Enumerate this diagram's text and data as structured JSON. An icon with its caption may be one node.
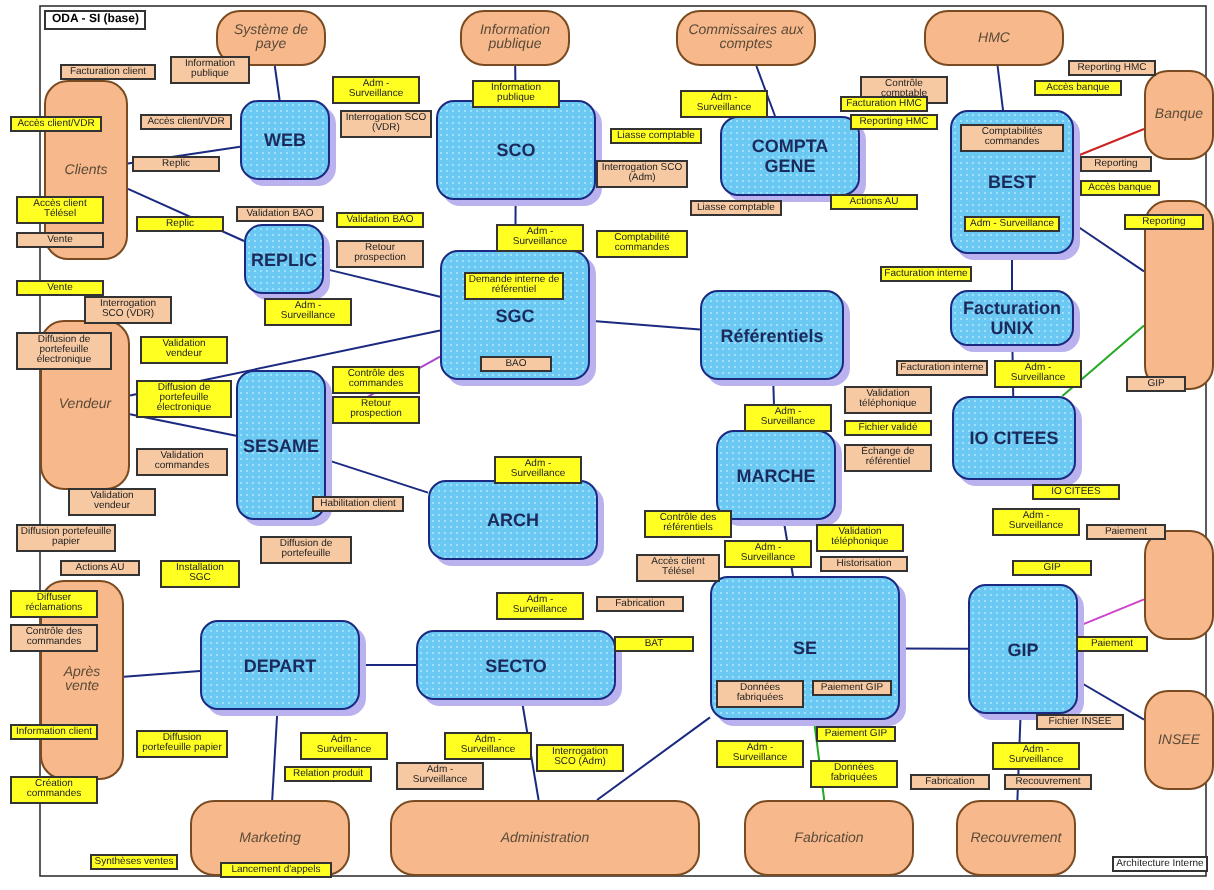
{
  "diagram": {
    "title": "ODA - SI (base)",
    "nodes": [
      {
        "text": [
          "Système de paye"
        ]
      },
      {
        "text": [
          "Information publique"
        ]
      },
      {
        "text": [
          "Commissaires aux comptes"
        ]
      },
      {
        "text": [
          "HMC"
        ]
      },
      {
        "text": [
          "Banque"
        ]
      },
      {
        "text": [
          "Clients"
        ]
      },
      {
        "text": [
          "WEB"
        ]
      },
      {
        "text": [
          "SCO"
        ]
      },
      {
        "text": [
          "COMPTA GENE"
        ]
      },
      {
        "text": [
          "BEST"
        ]
      },
      {
        "text": [
          "REPLIC"
        ]
      },
      {
        "text": [
          "SGC"
        ]
      },
      {
        "text": [],
        "shape": "box"
      },
      {
        "text": [
          "Référentiels"
        ]
      },
      {
        "text": [
          "Facturation UNIX"
        ]
      },
      {
        "text": [
          "Vendeur"
        ]
      },
      {
        "text": [
          "SESAME"
        ]
      },
      {
        "text": [
          "IO CITEES"
        ]
      },
      {
        "text": [
          "MARCHE"
        ]
      },
      {
        "text": [
          "ARCH"
        ]
      },
      {
        "text": [],
        "shape": "box"
      },
      {
        "text": [
          "Après vente"
        ]
      },
      {
        "text": [
          "DEPART"
        ]
      },
      {
        "text": [
          "SECTO"
        ]
      },
      {
        "text": [
          "SE"
        ]
      },
      {
        "text": [
          "GIP"
        ]
      },
      {
        "text": [
          "INSEE"
        ]
      },
      {
        "text": [
          "Marketing"
        ]
      },
      {
        "text": [
          "Administration"
        ]
      },
      {
        "text": [
          "Fabrication"
        ]
      },
      {
        "text": [
          "Recouvrement"
        ]
      }
    ],
    "edges": [
      {
        "from": 5,
        "to": 6,
        "arrow": "none"
      },
      {
        "from": 5,
        "to": 10,
        "arrow": "none"
      },
      {
        "from": 0,
        "to": 6,
        "arrow": "none"
      },
      {
        "from": 1,
        "to": 7,
        "arrow": "none"
      },
      {
        "from": 2,
        "to": 8,
        "arrow": "none"
      },
      {
        "from": 3,
        "to": 9,
        "arrow": "none"
      },
      {
        "from": 4,
        "to": 9,
        "arrow": "none",
        "color": "#cc2222"
      },
      {
        "from": 12,
        "to": 9,
        "arrow": "none"
      },
      {
        "from": 12,
        "to": 17,
        "arrow": "none",
        "color": "#22aa22"
      },
      {
        "from": 15,
        "to": 16,
        "arrow": "none"
      },
      {
        "from": 15,
        "to": 11,
        "arrow": "none"
      },
      {
        "from": 21,
        "to": 22,
        "arrow": "none"
      },
      {
        "from": 20,
        "to": 25,
        "arrow": "none",
        "color": "#cc44cc"
      },
      {
        "from": 26,
        "to": 25,
        "arrow": "none"
      },
      {
        "from": 27,
        "to": 22,
        "arrow": "none"
      },
      {
        "from": 28,
        "to": 23,
        "arrow": "none"
      },
      {
        "from": 28,
        "to": 24,
        "arrow": "none"
      },
      {
        "from": 29,
        "to": 24,
        "arrow": "none",
        "color": "#22aa22"
      },
      {
        "from": 30,
        "to": 25,
        "arrow": "none"
      },
      {
        "from": 7,
        "to": 11,
        "arrow": "none"
      },
      {
        "from": 11,
        "to": 13,
        "arrow": "none"
      },
      {
        "from": 13,
        "to": 18,
        "arrow": "none"
      },
      {
        "from": 14,
        "to": 17,
        "arrow": "none"
      },
      {
        "from": 18,
        "to": 24,
        "arrow": "none"
      },
      {
        "from": 9,
        "to": 14,
        "arrow": "none"
      },
      {
        "from": 10,
        "to": 11,
        "arrow": "none"
      },
      {
        "from": 16,
        "to": 11,
        "arrow": "none",
        "color": "#aa44cc"
      },
      {
        "from": 19,
        "to": 16,
        "arrow": "none"
      },
      {
        "from": 24,
        "to": 25,
        "arrow": "none"
      },
      {
        "from": 22,
        "to": 23,
        "arrow": "none"
      }
    ],
    "labels": [
      "Facturation client",
      "Information publique",
      "Interrogation SCO (VDR)",
      "Adm - Surveillance",
      "Information publique",
      "Accès client/VDR",
      "Accès client/VDR",
      "Replic",
      "Accès client Télésel",
      "Vente",
      "Replic",
      "Vente",
      "Validation BAO",
      "Validation BAO",
      "Retour prospection",
      "Interrogation SCO (Adm)",
      "Liasse comptable",
      "Adm - Surveillance",
      "Liasse comptable",
      "Adm - Surveillance",
      "Comptabilité commandes",
      "Demande interne de référentiel",
      "Comptabilités commandes",
      "Adm - Surveillance",
      "Contrôle comptable",
      "Reporting HMC",
      "Accès banque",
      "Facturation HMC",
      "Reporting HMC",
      "Actions AU",
      "Reporting",
      "Accès banque",
      "Reporting",
      "Facturation interne",
      "Facturation interne",
      "Adm - Surveillance",
      "Validation téléphonique",
      "Fichier validé",
      "Échange de référentiel",
      "IO CITEES",
      "Adm - Surveillance",
      "GIP",
      "Paiement",
      "GIP",
      "Adm - Surveillance",
      "Contrôle des référentiels",
      "Adm - Surveillance",
      "Validation téléphonique",
      "Historisation",
      "Accès client Télésel",
      "Interrogation SCO (VDR)",
      "Diffusion de portefeuille électronique",
      "Validation vendeur",
      "Diffusion de portefeuille électronique",
      "Validation commandes",
      "Validation vendeur",
      "Diffusion portefeuille papier",
      "Actions AU",
      "Installation SGC",
      "Adm - Surveillance",
      "Contrôle des commandes",
      "Retour prospection",
      "BAO",
      "Adm - Surveillance",
      "Diffusion de portefeuille",
      "Habilitation client",
      "Diffuser réclamations",
      "Contrôle des commandes",
      "Information client",
      "Création commandes",
      "Diffusion portefeuille papier",
      "Adm - Surveillance",
      "Adm - Surveillance",
      "Relation produit",
      "Adm - Surveillance",
      "Interrogation SCO (Adm)",
      "Adm - Surveillance",
      "Fabrication",
      "BAT",
      "Données fabriquées",
      "Paiement GIP",
      "Adm - Surveillance",
      "Données fabriquées",
      "Paiement GIP",
      "Fabrication",
      "Recouvrement",
      "Fichier INSEE",
      "Adm - Surveillance",
      "Paiement",
      "Synthèses ventes",
      "Lancement d'appels",
      "Architecture Interne"
    ]
  }
}
